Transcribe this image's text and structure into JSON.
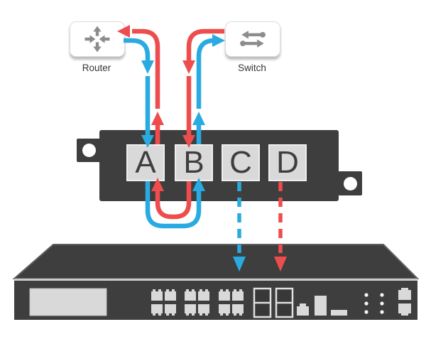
{
  "devices": {
    "router": {
      "label": "Router",
      "icon": "router-icon"
    },
    "switch": {
      "label": "Switch",
      "icon": "switch-icon"
    }
  },
  "tap": {
    "name": "network-tap",
    "ports": [
      "A",
      "B",
      "C",
      "D"
    ]
  },
  "appliance": {
    "name": "monitoring-appliance"
  },
  "flows": [
    {
      "id": "blue-flow",
      "color_key": "blue",
      "style": "solid",
      "route": "Router → Port A → Port B → Switch"
    },
    {
      "id": "red-flow",
      "color_key": "red",
      "style": "solid",
      "route": "Switch → Port B → Port A → Router"
    },
    {
      "id": "monitor-c",
      "color_key": "blue",
      "style": "dashed",
      "route": "Port C → Appliance"
    },
    {
      "id": "monitor-d",
      "color_key": "red",
      "style": "dashed",
      "route": "Port D → Appliance"
    }
  ],
  "colors": {
    "blue": "#29ABE2",
    "red": "#EE4D4D",
    "dark": "#3E3E3E",
    "port_bg": "#D9D9D9",
    "icon_gray": "#8C8C8C"
  }
}
